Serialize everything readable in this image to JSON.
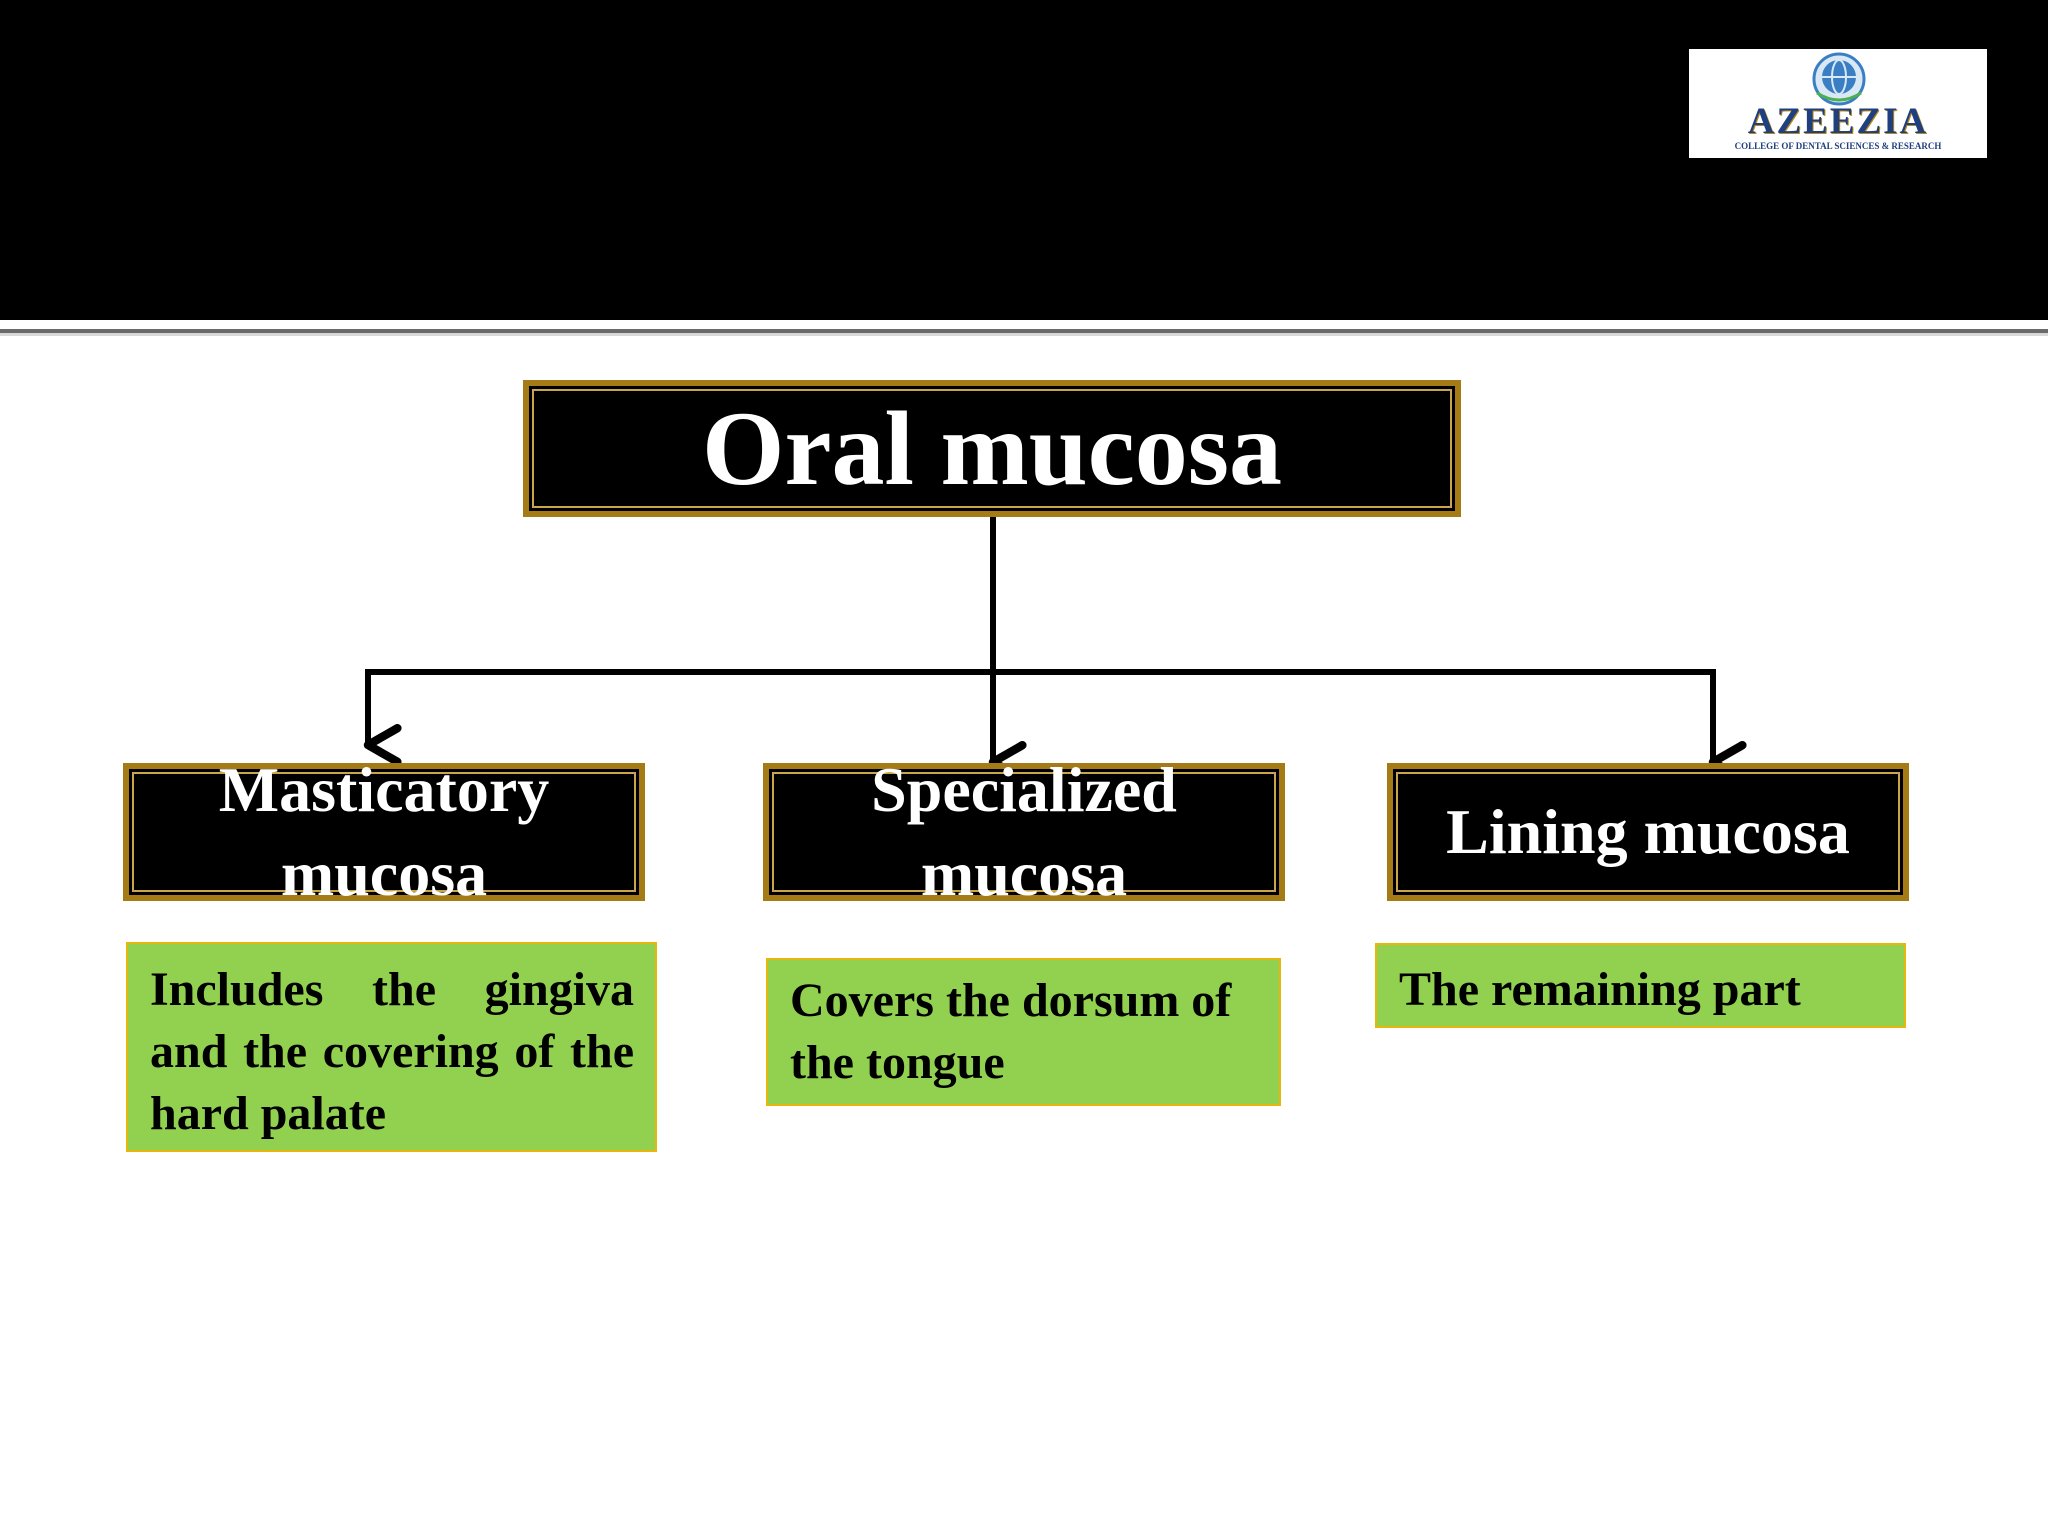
{
  "logo": {
    "name": "AZEEZIA",
    "subtitle": "COLLEGE OF DENTAL SCIENCES & RESEARCH",
    "colors": {
      "primary": "#1f3f7f",
      "accent": "#b98a1c",
      "globe": "#3a7fc4"
    }
  },
  "diagram": {
    "root": {
      "label": "Oral mucosa"
    },
    "children": [
      {
        "label": "Masticatory mucosa",
        "description": "Includes the gingiva and the covering of the hard palate"
      },
      {
        "label": "Specialized mucosa",
        "description": "Covers the dorsum of the tongue"
      },
      {
        "label": "Lining mucosa",
        "description": "The remaining part"
      }
    ]
  },
  "colors": {
    "header": "#000000",
    "box_fill": "#000000",
    "box_border": "#a57b18",
    "description_fill": "#92d050",
    "description_border": "#e8b60c",
    "connector": "#000000"
  }
}
